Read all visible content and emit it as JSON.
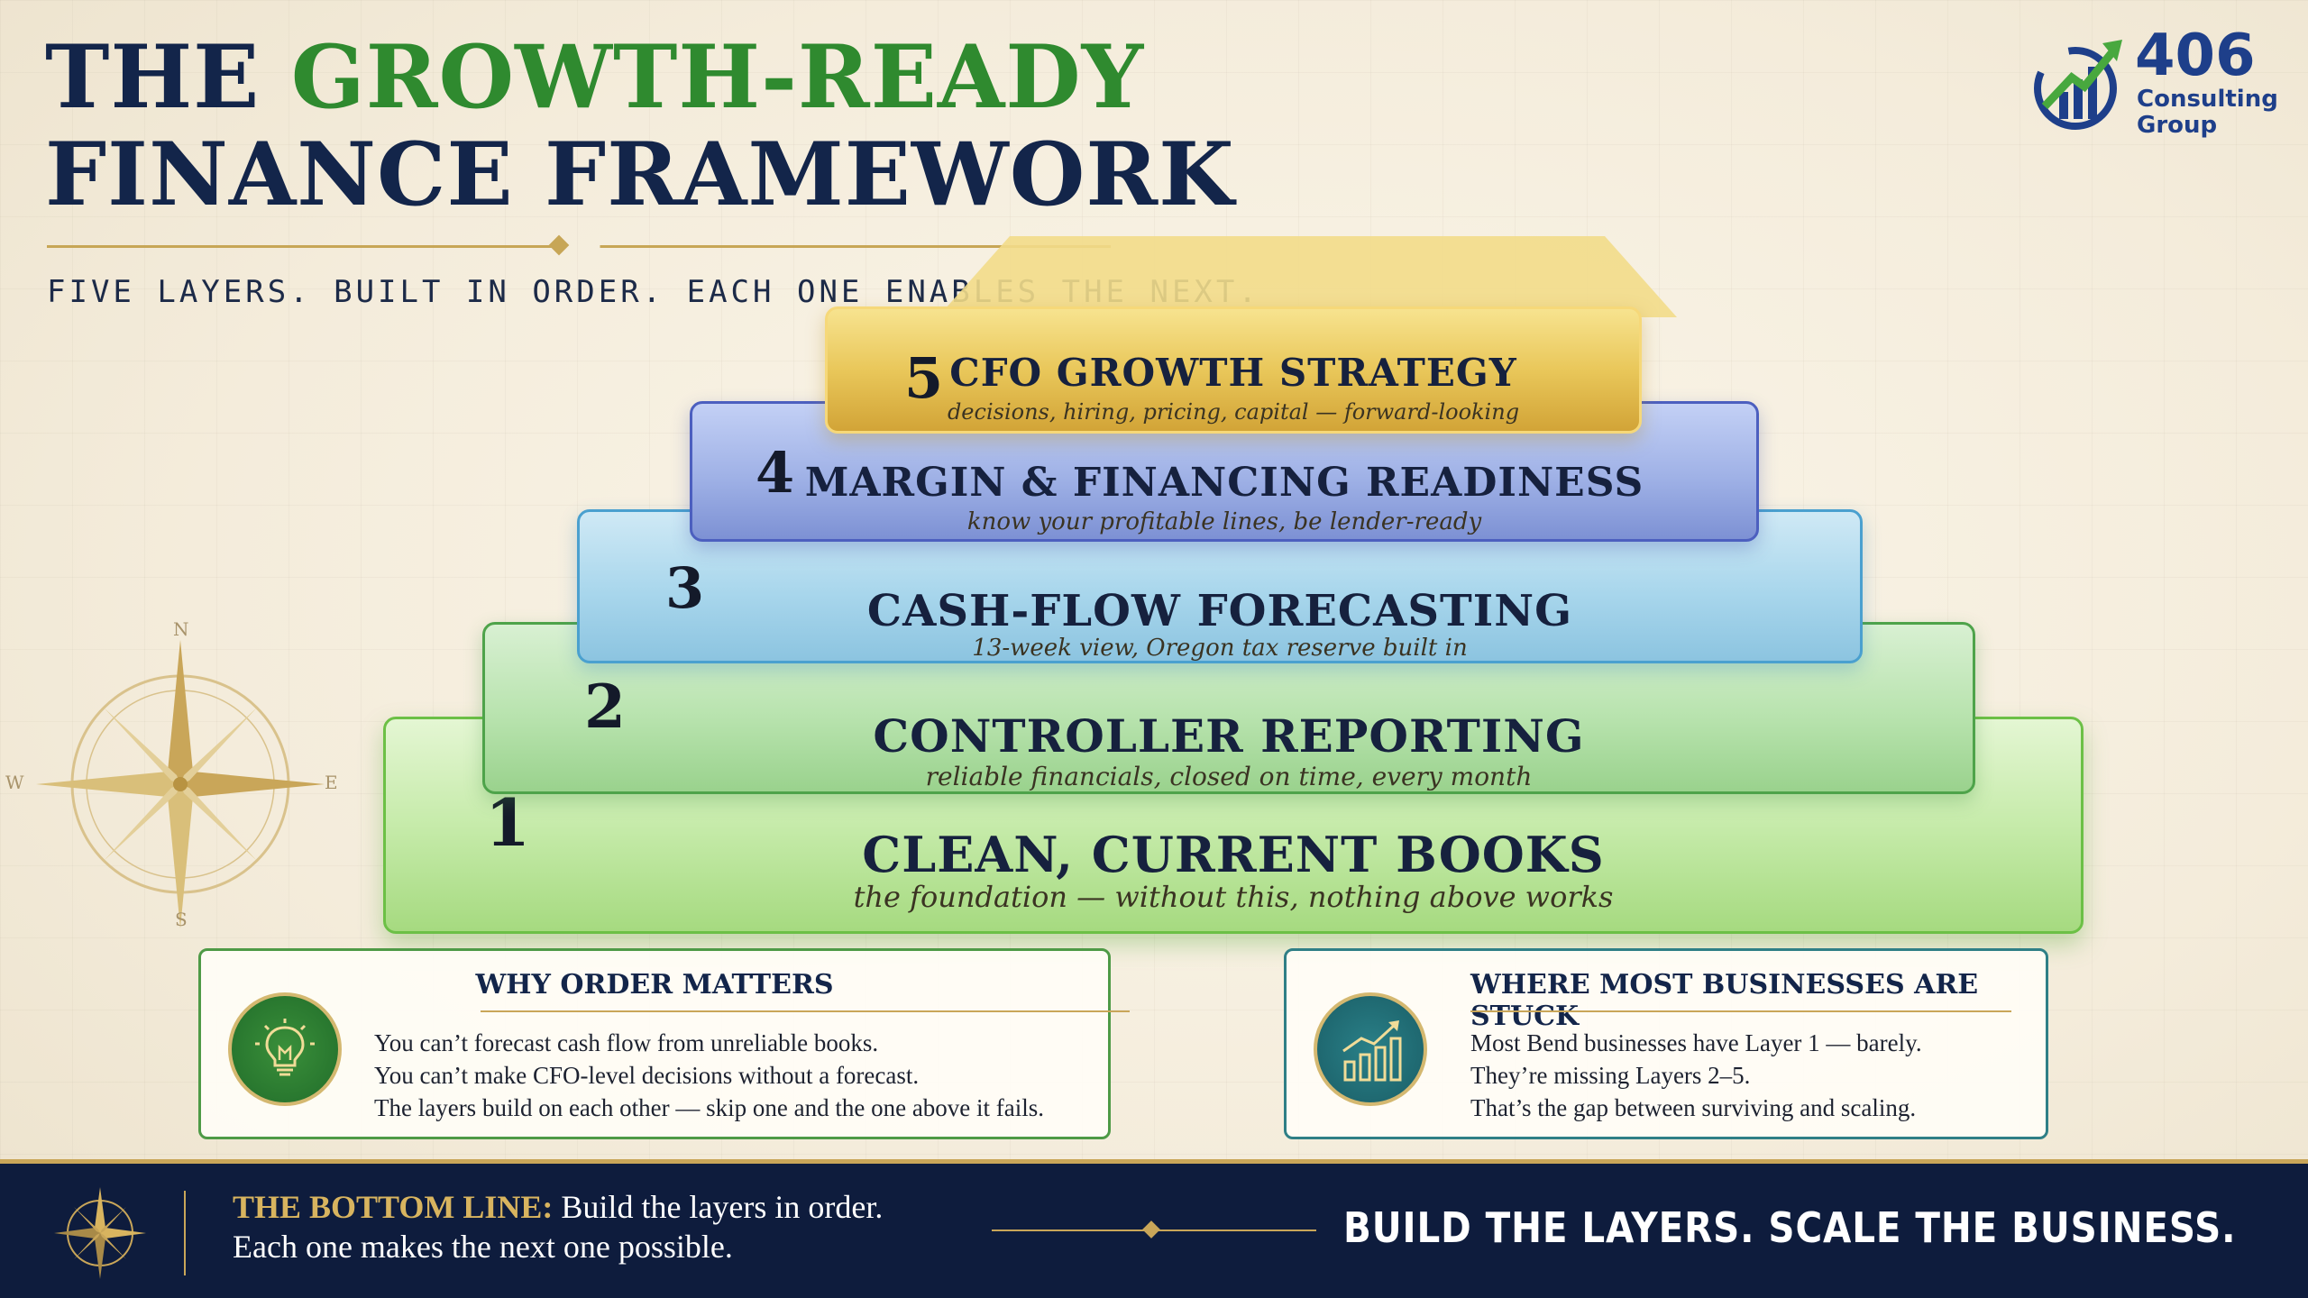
{
  "header": {
    "title_line1_prefix": "THE ",
    "title_line1_accent": "GROWTH-READY",
    "title_line2": "FINANCE FRAMEWORK",
    "subtitle": "FIVE LAYERS. BUILT IN ORDER. EACH ONE ENABLES THE NEXT."
  },
  "logo": {
    "number": "406",
    "name_line1": "Consulting",
    "name_line2": "Group"
  },
  "compass": {
    "n": "N",
    "s": "S",
    "e": "E",
    "w": "W"
  },
  "layers": [
    {
      "number": "5",
      "title": "CFO GROWTH STRATEGY",
      "subtitle": "decisions, hiring, pricing, capital — forward-looking"
    },
    {
      "number": "4",
      "title": "MARGIN & FINANCING READINESS",
      "subtitle": "know your profitable lines, be lender-ready"
    },
    {
      "number": "3",
      "title": "CASH-FLOW FORECASTING",
      "subtitle": "13-week view, Oregon tax reserve built in"
    },
    {
      "number": "2",
      "title": "CONTROLLER REPORTING",
      "subtitle": "reliable financials, closed on time, every month"
    },
    {
      "number": "1",
      "title": "CLEAN, CURRENT BOOKS",
      "subtitle": "the foundation — without this, nothing above works"
    }
  ],
  "cards": {
    "why": {
      "title": "WHY ORDER MATTERS",
      "lines": [
        "You can’t forecast cash flow from unreliable books.",
        "You can’t make CFO-level decisions without a forecast.",
        "The layers build on each other — skip one and the one above it fails."
      ]
    },
    "stuck": {
      "title": "WHERE MOST BUSINESSES ARE STUCK",
      "lines": [
        "Most Bend businesses have Layer 1 — barely.",
        "They’re missing Layers 2–5.",
        "That’s the gap between surviving and scaling."
      ]
    }
  },
  "bottom": {
    "label": "THE BOTTOM LINE:",
    "line1": " Build the layers in order.",
    "line2": "Each one makes the next one possible.",
    "slogan": "BUILD THE LAYERS. SCALE THE BUSINESS."
  },
  "colors": {
    "navy": "#13254a",
    "green_accent": "#2f8a2f",
    "gold": "#c9a659",
    "layer5": "#e9c75a",
    "layer4": "#7d91d4",
    "layer3": "#8cc4e0",
    "layer2": "#9ad28d",
    "layer1": "#a6da80"
  }
}
